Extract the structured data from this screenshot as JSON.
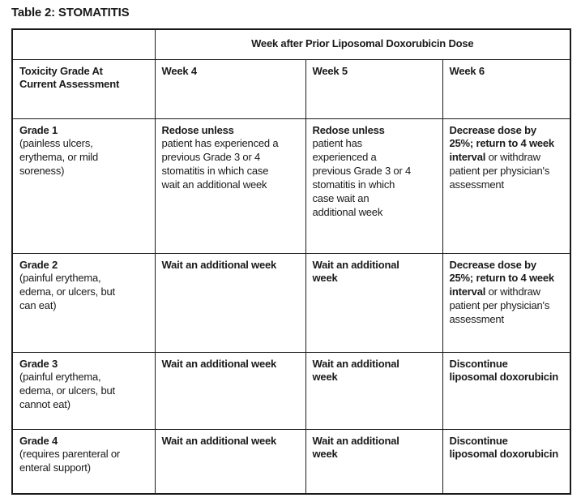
{
  "title": "Table 2: STOMATITIS",
  "table": {
    "span_header": "Week after Prior Liposomal Doxorubicin Dose",
    "col_headers": [
      "Toxicity Grade At\nCurrent Assessment",
      "Week 4",
      "Week 5",
      "Week 6"
    ],
    "rows": [
      {
        "cells": [
          [
            {
              "b": true,
              "t": "Grade 1"
            },
            {
              "b": false,
              "t": "\n(painless ulcers,\nerythema, or mild\nsoreness)"
            }
          ],
          [
            {
              "b": true,
              "t": "Redose unless"
            },
            {
              "b": false,
              "t": "\npatient has experienced a\nprevious Grade 3 or 4\nstomatitis in which case\nwait an additional week"
            }
          ],
          [
            {
              "b": true,
              "t": "Redose unless"
            },
            {
              "b": false,
              "t": "\npatient has\nexperienced a\nprevious Grade 3 or 4\nstomatitis in which\ncase wait an\nadditional week"
            }
          ],
          [
            {
              "b": true,
              "t": "Decrease dose by\n25%; return to 4 week\ninterval"
            },
            {
              "b": false,
              "t": " or withdraw\npatient per physician's\nassessment"
            }
          ]
        ]
      },
      {
        "cells": [
          [
            {
              "b": true,
              "t": "Grade 2"
            },
            {
              "b": false,
              "t": "\n(painful erythema,\nedema, or ulcers, but\ncan eat)"
            }
          ],
          [
            {
              "b": true,
              "t": "Wait an additional week"
            }
          ],
          [
            {
              "b": true,
              "t": "Wait an additional\nweek"
            }
          ],
          [
            {
              "b": true,
              "t": "Decrease dose by\n25%; return to 4 week\ninterval"
            },
            {
              "b": false,
              "t": " or withdraw\npatient per physician's\nassessment"
            }
          ]
        ]
      },
      {
        "cells": [
          [
            {
              "b": true,
              "t": "Grade 3"
            },
            {
              "b": false,
              "t": "\n(painful erythema,\nedema, or ulcers, but\ncannot eat)"
            }
          ],
          [
            {
              "b": true,
              "t": "Wait an additional week"
            }
          ],
          [
            {
              "b": true,
              "t": "Wait an additional\nweek"
            }
          ],
          [
            {
              "b": true,
              "t": "Discontinue\nliposomal doxorubicin"
            }
          ]
        ]
      },
      {
        "cells": [
          [
            {
              "b": true,
              "t": "Grade 4"
            },
            {
              "b": false,
              "t": "\n(requires parenteral or\nenteral support)"
            }
          ],
          [
            {
              "b": true,
              "t": "Wait an additional week"
            }
          ],
          [
            {
              "b": true,
              "t": "Wait an additional\nweek"
            }
          ],
          [
            {
              "b": true,
              "t": "Discontinue\nliposomal doxorubicin"
            }
          ]
        ]
      }
    ]
  },
  "colors": {
    "text": "#1a1a1a",
    "border": "#1a1a1a",
    "background": "#ffffff"
  }
}
